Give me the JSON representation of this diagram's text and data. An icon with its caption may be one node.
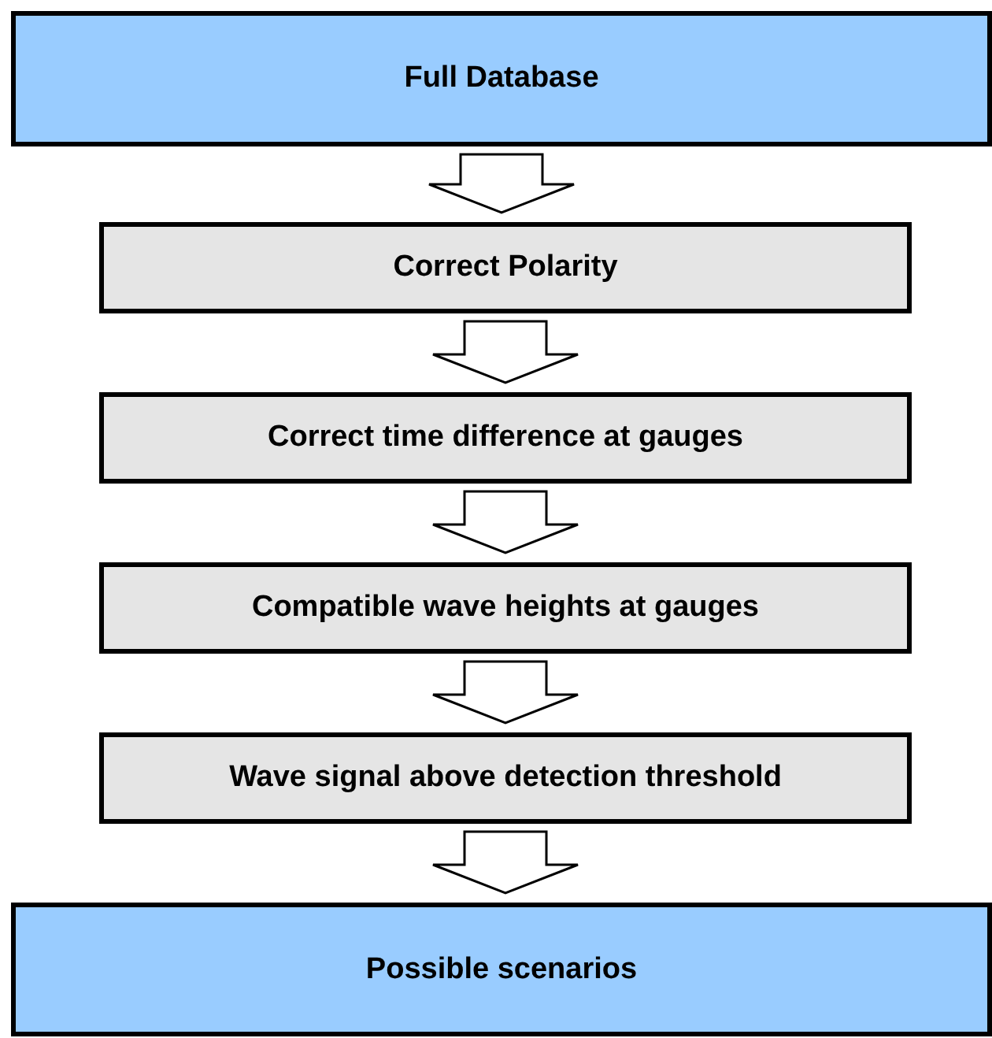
{
  "diagram": {
    "nodes": [
      {
        "text": [
          "Full Database"
        ]
      },
      {
        "text": [
          "Correct Polarity"
        ]
      },
      {
        "text": [
          "Correct time difference at gauges"
        ]
      },
      {
        "text": [
          "Compatible wave heights at gauges"
        ]
      },
      {
        "text": [
          "Wave signal above detection threshold"
        ]
      },
      {
        "text": [
          "Possible scenarios"
        ]
      }
    ],
    "edges": [
      {
        "from": 0,
        "to": 1,
        "arrow": "to"
      },
      {
        "from": 1,
        "to": 2,
        "arrow": "to"
      },
      {
        "from": 2,
        "to": 3,
        "arrow": "to"
      },
      {
        "from": 3,
        "to": 4,
        "arrow": "to"
      },
      {
        "from": 4,
        "to": 5,
        "arrow": "to"
      }
    ]
  }
}
